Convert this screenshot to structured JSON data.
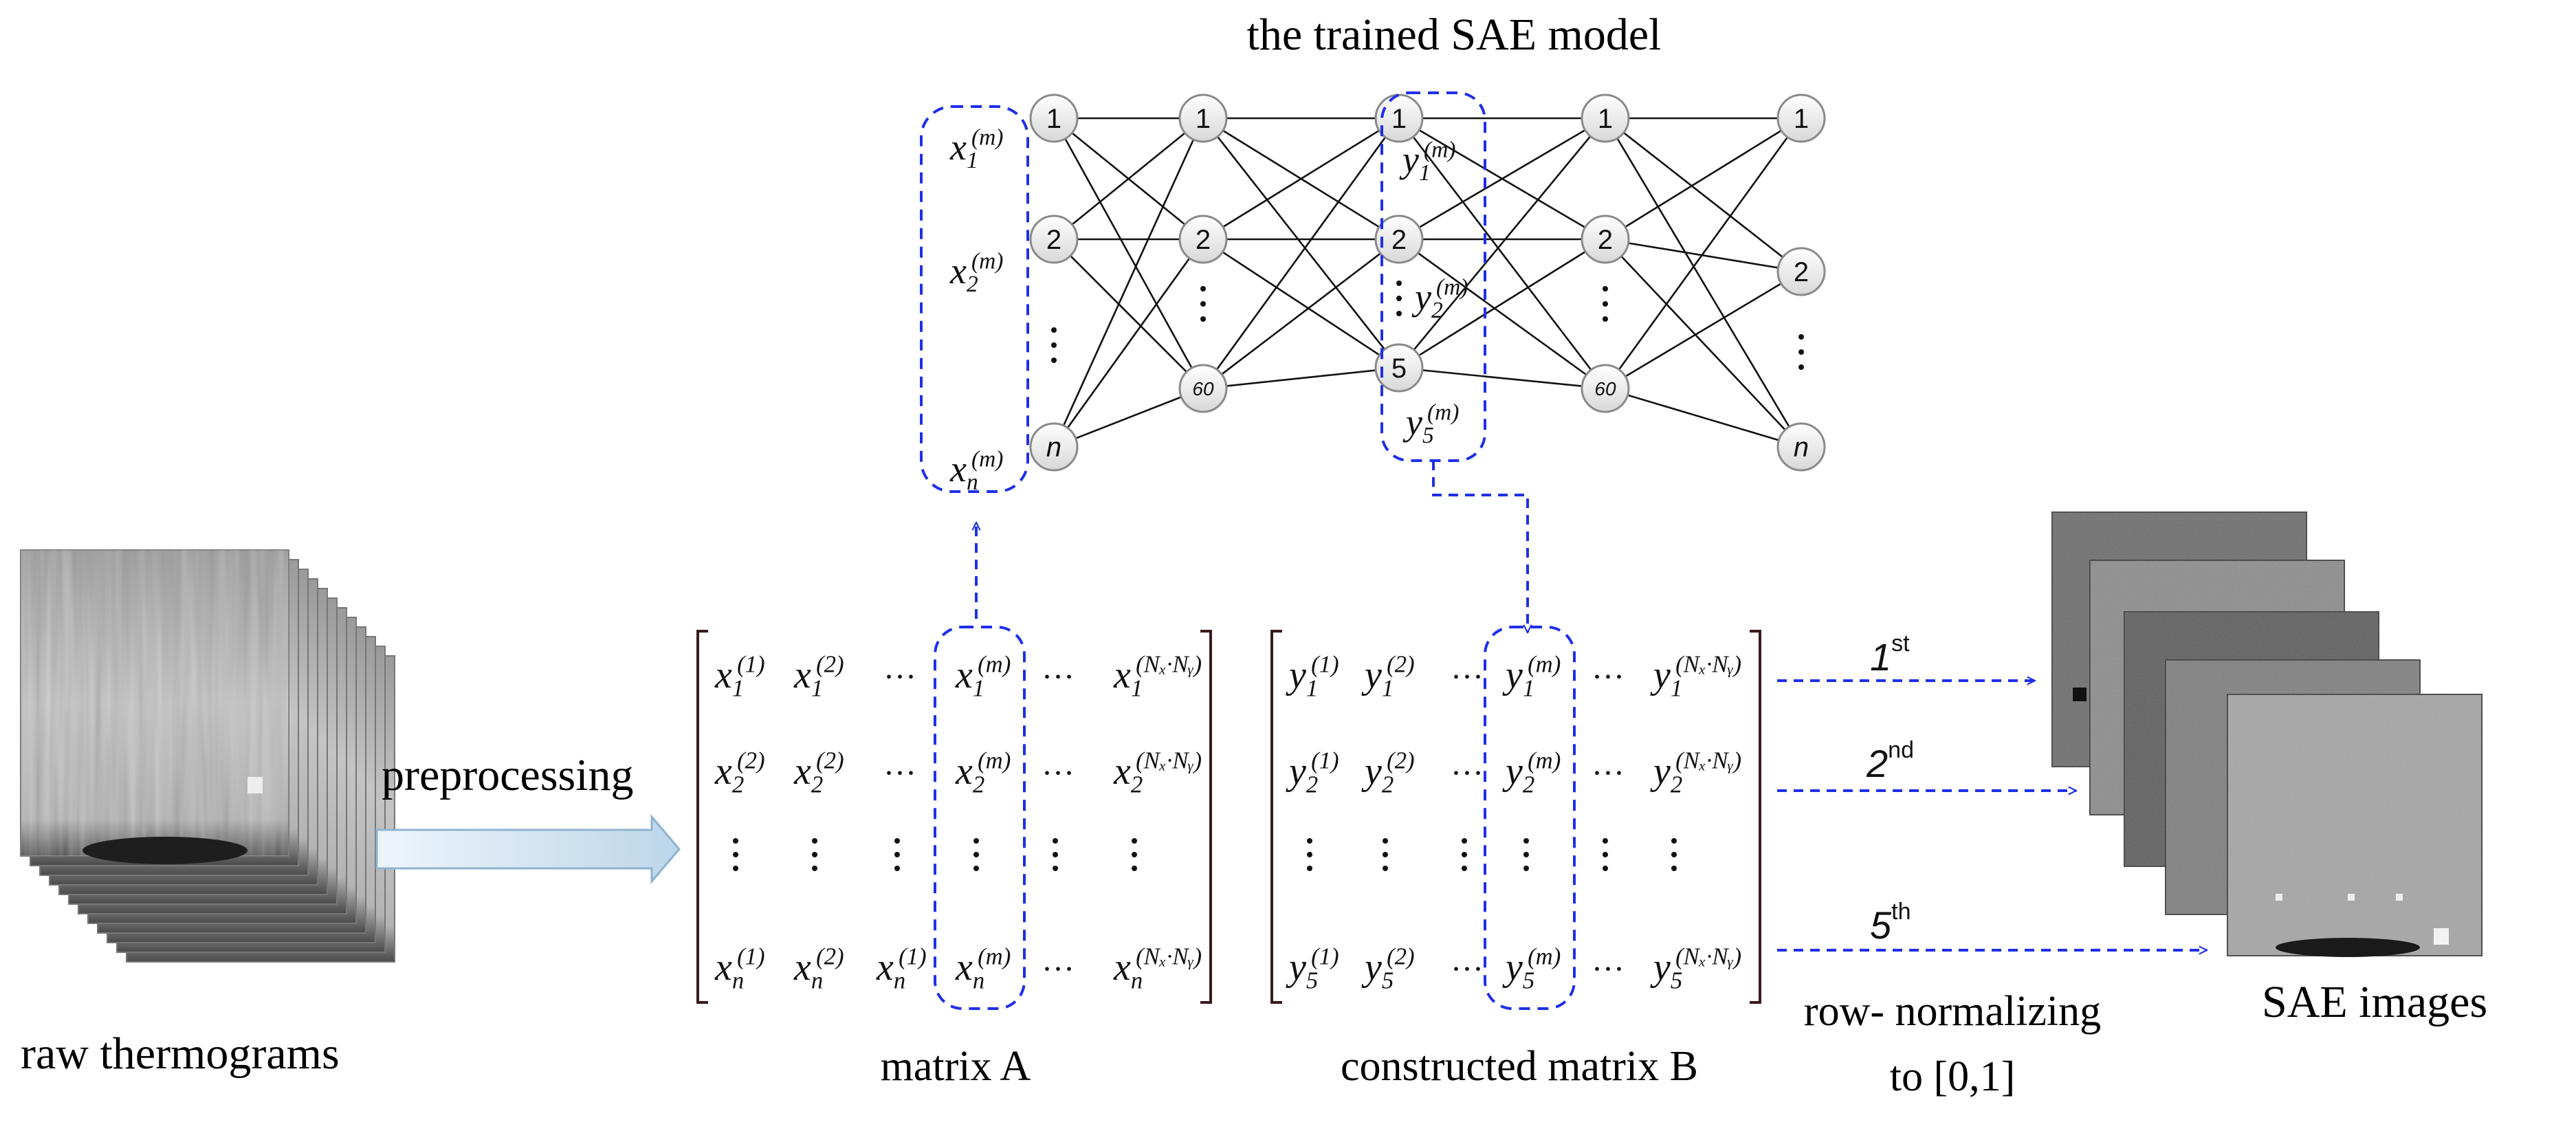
{
  "title": "the trained SAE model",
  "captions": {
    "raw": "raw thermograms",
    "preprocessing": "preprocessing",
    "matrix_a": "matrix A",
    "matrix_b": "constructed matrix B",
    "row_norm_line1": "row- normalizing",
    "row_norm_line2": "to [0,1]",
    "sae_images": "SAE images"
  },
  "network": {
    "layers": [
      [
        "1",
        "2",
        "n"
      ],
      [
        "1",
        "2",
        "60"
      ],
      [
        "1",
        "2",
        "5"
      ],
      [
        "1",
        "2",
        "60"
      ],
      [
        "1",
        "2",
        "n"
      ]
    ],
    "input_labels": [
      {
        "base": "x",
        "sub": "1",
        "sup": "(m)"
      },
      {
        "base": "x",
        "sub": "2",
        "sup": "(m)"
      },
      {
        "base": "x",
        "sub": "n",
        "sup": "(m)"
      }
    ],
    "code_labels": [
      {
        "base": "y",
        "sub": "1",
        "sup": "(m)"
      },
      {
        "base": "y",
        "sub": "2",
        "sup": "(m)"
      },
      {
        "base": "y",
        "sub": "5",
        "sup": "(m)"
      }
    ]
  },
  "matrix_a": {
    "rows": [
      [
        {
          "b": "x",
          "sub": "1",
          "sup": "(1)"
        },
        {
          "b": "x",
          "sub": "1",
          "sup": "(2)"
        },
        {
          "dots": "h"
        },
        {
          "b": "x",
          "sub": "1",
          "sup": "(m)"
        },
        {
          "dots": "h"
        },
        {
          "b": "x",
          "sub": "1",
          "sup": "(Nₓ·Nᵧ)"
        }
      ],
      [
        {
          "b": "x",
          "sub": "2",
          "sup": "(2)"
        },
        {
          "b": "x",
          "sub": "2",
          "sup": "(2)"
        },
        {
          "dots": "h"
        },
        {
          "b": "x",
          "sub": "2",
          "sup": "(m)"
        },
        {
          "dots": "h"
        },
        {
          "b": "x",
          "sub": "2",
          "sup": "(Nₓ·Nᵧ)"
        }
      ],
      [
        {
          "dots": "v"
        },
        {
          "dots": "v"
        },
        {
          "dots": "v"
        },
        {
          "dots": "v"
        },
        {
          "dots": "v"
        },
        {
          "dots": "v"
        }
      ],
      [
        {
          "b": "x",
          "sub": "n",
          "sup": "(1)"
        },
        {
          "b": "x",
          "sub": "n",
          "sup": "(2)"
        },
        {
          "b": "x",
          "sub": "n",
          "sup": "(1)"
        },
        {
          "b": "x",
          "sub": "n",
          "sup": "(m)"
        },
        {
          "dots": "h"
        },
        {
          "b": "x",
          "sub": "n",
          "sup": "(Nₓ·Nᵧ)"
        }
      ]
    ]
  },
  "matrix_b": {
    "rows": [
      [
        {
          "b": "y",
          "sub": "1",
          "sup": "(1)"
        },
        {
          "b": "y",
          "sub": "1",
          "sup": "(2)"
        },
        {
          "dots": "h"
        },
        {
          "b": "y",
          "sub": "1",
          "sup": "(m)"
        },
        {
          "dots": "h"
        },
        {
          "b": "y",
          "sub": "1",
          "sup": "(Nₓ·Nᵧ)"
        }
      ],
      [
        {
          "b": "y",
          "sub": "2",
          "sup": "(1)"
        },
        {
          "b": "y",
          "sub": "2",
          "sup": "(2)"
        },
        {
          "dots": "h"
        },
        {
          "b": "y",
          "sub": "2",
          "sup": "(m)"
        },
        {
          "dots": "h"
        },
        {
          "b": "y",
          "sub": "2",
          "sup": "(Nₓ·Nᵧ)"
        }
      ],
      [
        {
          "dots": "v"
        },
        {
          "dots": "v"
        },
        {
          "dots": "v"
        },
        {
          "dots": "v"
        },
        {
          "dots": "v"
        },
        {
          "dots": "v"
        }
      ],
      [
        {
          "b": "y",
          "sub": "5",
          "sup": "(1)"
        },
        {
          "b": "y",
          "sub": "5",
          "sup": "(2)"
        },
        {
          "dots": "h"
        },
        {
          "b": "y",
          "sub": "5",
          "sup": "(m)"
        },
        {
          "dots": "h"
        },
        {
          "b": "y",
          "sub": "5",
          "sup": "(Nₓ·Nᵧ)"
        }
      ]
    ]
  },
  "ordinals": [
    {
      "num": "1",
      "suffix": "st"
    },
    {
      "num": "2",
      "suffix": "nd"
    },
    {
      "num": "5",
      "suffix": "th"
    }
  ],
  "colors": {
    "accent": "#1f2fe8",
    "node_fill": "#e6e6e6",
    "node_stroke": "#8a8a8a",
    "arrow_fill": "#cfe2f1",
    "arrow_stroke": "#8fb3cf"
  }
}
